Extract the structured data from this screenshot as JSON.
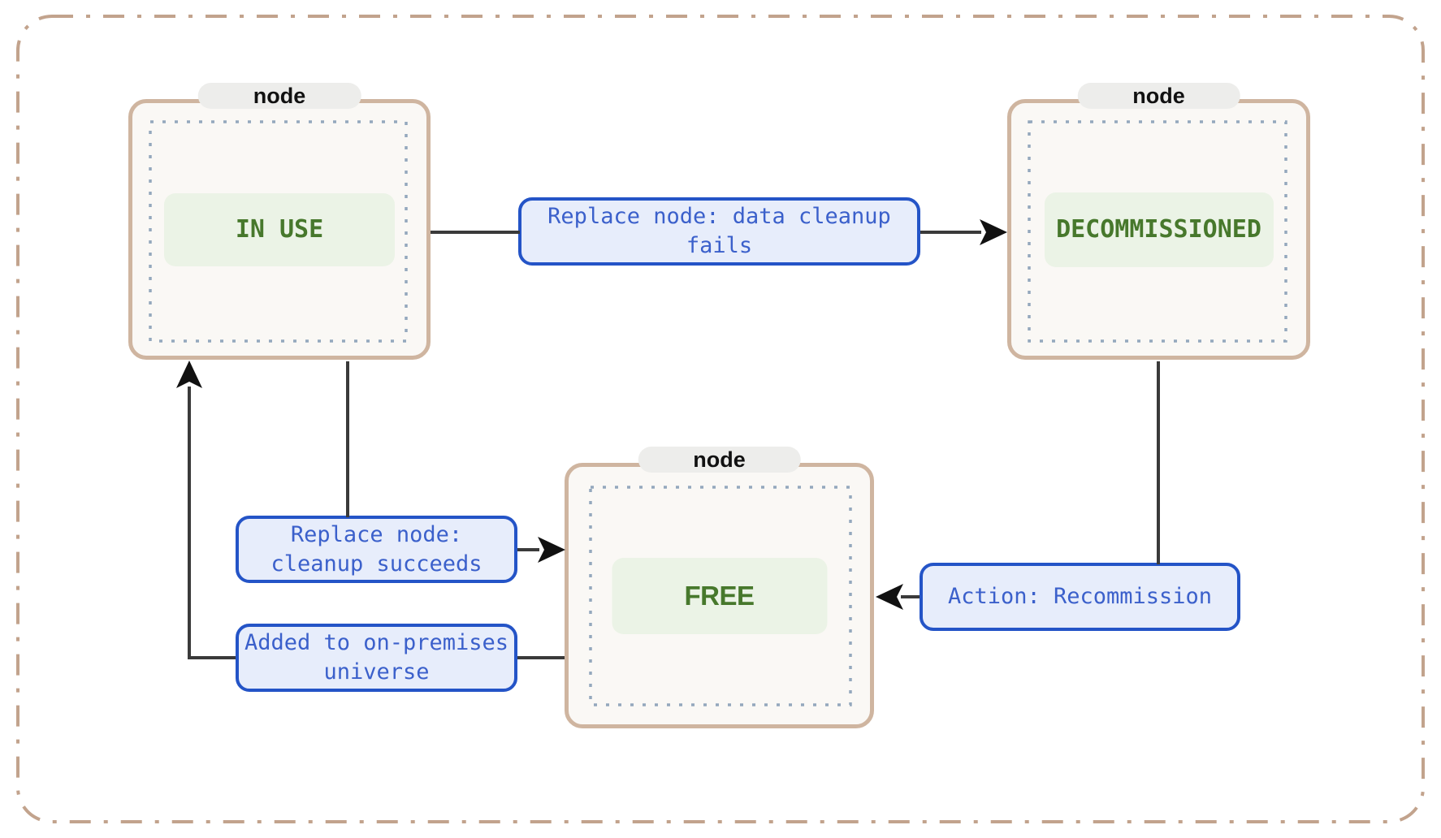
{
  "diagram": {
    "type": "state-diagram",
    "nodes": [
      {
        "header": "node",
        "state": "IN USE"
      },
      {
        "header": "node",
        "state": "DECOMMISSIONED"
      },
      {
        "header": "node",
        "state": "FREE"
      }
    ],
    "edges": [
      {
        "from": "IN USE",
        "to": "DECOMMISSIONED",
        "label": "Replace node: data cleanup\nfails"
      },
      {
        "from": "IN USE",
        "to": "FREE",
        "label": "Replace node:\ncleanup succeeds"
      },
      {
        "from": "FREE",
        "to": "IN USE",
        "label": "Added to on-premises\nuniverse"
      },
      {
        "from": "DECOMMISSIONED",
        "to": "FREE",
        "label": "Action: Recommission"
      }
    ],
    "colors": {
      "outer_border": "#c2a38d",
      "node_border": "#cfb5a0",
      "node_bg": "#faf8f5",
      "pill_bg": "#ededeb",
      "pill_text": "#111111",
      "dotted_border": "#94a8bd",
      "state_text": "#47782c",
      "state_bg": "#ebf3e6",
      "label_border": "#2454c7",
      "label_bg": "#e7edfb",
      "label_text": "#3b60cb",
      "edge_line": "#3a3a3a",
      "arrow_fill": "#111111"
    }
  }
}
